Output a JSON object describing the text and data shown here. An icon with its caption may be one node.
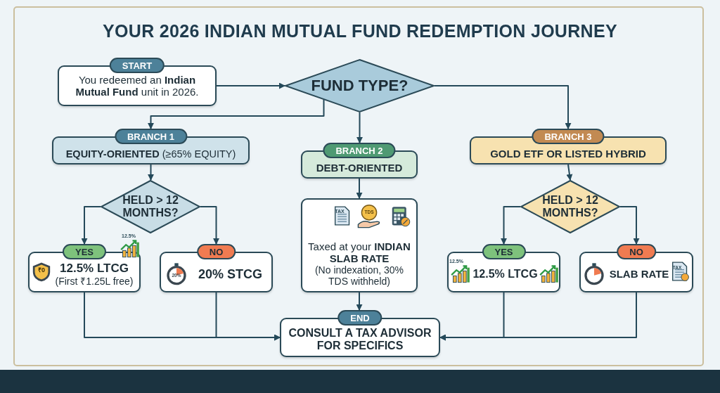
{
  "diagram": {
    "title": "YOUR 2026 INDIAN MUTUAL FUND REDEMPTION JOURNEY",
    "nodes": [
      {
        "text": [
          "START",
          "You redeemed an **Indian Mutual Fund** unit in 2026."
        ]
      },
      {
        "text": [
          "FUND TYPE?"
        ]
      },
      {
        "text": [
          "BRANCH 1",
          "**EQUITY-ORIENTED** (≥65% EQUITY)"
        ]
      },
      {
        "text": [
          "BRANCH 2",
          "DEBT-ORIENTED"
        ]
      },
      {
        "text": [
          "BRANCH 3",
          "GOLD ETF OR LISTED HYBRID"
        ]
      },
      {
        "text": [
          "HELD > 12 MONTHS?"
        ]
      },
      {
        "text": [
          "YES",
          "12.5% LTCG",
          "(First ₹1.25L free)"
        ]
      },
      {
        "text": [
          "NO",
          "20% STCG"
        ]
      },
      {
        "text": [
          "Taxed at your **INDIAN SLAB RATE**",
          "(No indexation, 30% TDS withheld)"
        ]
      },
      {
        "text": [
          "HELD > 12 MONTHS?"
        ]
      },
      {
        "text": [
          "YES",
          "12.5% LTCG"
        ]
      },
      {
        "text": [
          "NO",
          "SLAB RATE"
        ]
      },
      {
        "text": [
          "END",
          "CONSULT A TAX ADVISOR FOR SPECIFICS"
        ]
      }
    ],
    "edges": [
      {
        "from": 0,
        "to": 1,
        "arrow": "to"
      },
      {
        "from": 1,
        "to": 2,
        "arrow": "to"
      },
      {
        "from": 1,
        "to": 3,
        "arrow": "to"
      },
      {
        "from": 1,
        "to": 4,
        "arrow": "to"
      },
      {
        "from": 2,
        "to": 5,
        "arrow": "to"
      },
      {
        "from": 5,
        "to": 6,
        "arrow": "to"
      },
      {
        "from": 5,
        "to": 7,
        "arrow": "to"
      },
      {
        "from": 3,
        "to": 8,
        "arrow": "to"
      },
      {
        "from": 8,
        "to": 12,
        "arrow": "to"
      },
      {
        "from": 4,
        "to": 9,
        "arrow": "to"
      },
      {
        "from": 9,
        "to": 10,
        "arrow": "to"
      },
      {
        "from": 9,
        "to": 11,
        "arrow": "to"
      },
      {
        "from": 6,
        "to": 12,
        "arrow": "to"
      },
      {
        "from": 7,
        "to": 12,
        "arrow": "to"
      },
      {
        "from": 10,
        "to": 12,
        "arrow": "to"
      },
      {
        "from": 11,
        "to": 12,
        "arrow": "to"
      }
    ],
    "labels": [
      "TAX",
      "TDS",
      "12.5%",
      "₹0",
      "20%",
      "12.5%",
      "TAX"
    ]
  }
}
